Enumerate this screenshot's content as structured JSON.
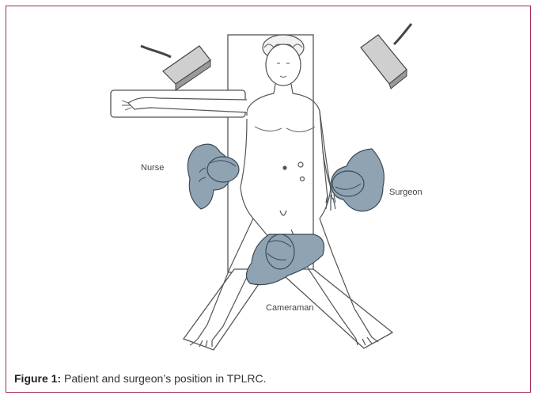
{
  "figure": {
    "labels": {
      "nurse": "Nurse",
      "surgeon": "Surgeon",
      "cameraman": "Cameraman"
    },
    "colors": {
      "frame": "#a02a5a",
      "staff_fill": "#8fa3b3",
      "staff_stroke": "#3a4a56",
      "table_stroke": "#555555",
      "board_fill": "#ffffff",
      "light_fill": "#cfcfcf"
    },
    "caption": {
      "label": "Figure 1:",
      "text": " Patient and surgeon’s position in TPLRC."
    }
  }
}
